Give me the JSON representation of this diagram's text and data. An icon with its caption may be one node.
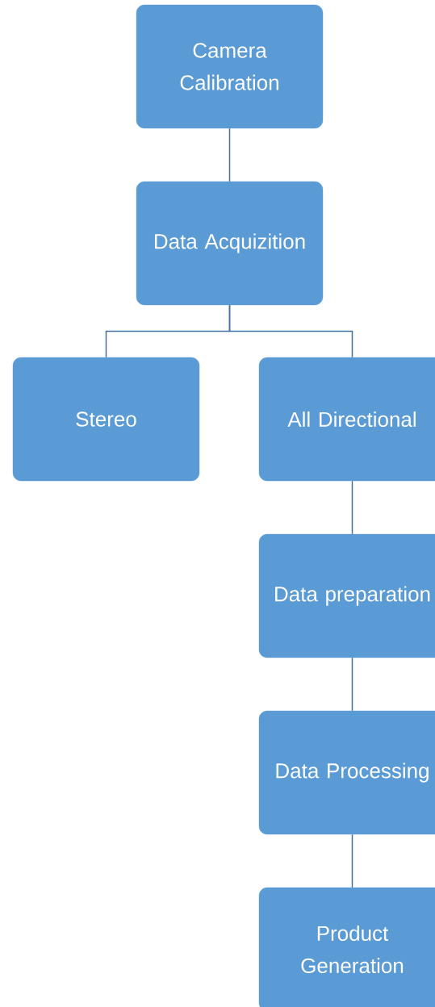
{
  "diagram": {
    "nodes": [
      {
        "text": [
          "Camera Calibration"
        ]
      },
      {
        "text": [
          "Data Acquizition"
        ]
      },
      {
        "text": [
          "Stereo"
        ]
      },
      {
        "text": [
          "All Directional"
        ]
      },
      {
        "text": [
          "Data preparation"
        ]
      },
      {
        "text": [
          "Data Processing"
        ]
      },
      {
        "text": [
          "Product Generation"
        ]
      }
    ],
    "edges": [
      {
        "from": 0,
        "to": 1,
        "arrow": "none"
      },
      {
        "from": 1,
        "to": 2,
        "arrow": "none"
      },
      {
        "from": 1,
        "to": 3,
        "arrow": "none"
      },
      {
        "from": 3,
        "to": 4,
        "arrow": "none"
      },
      {
        "from": 4,
        "to": 5,
        "arrow": "none"
      },
      {
        "from": 5,
        "to": 6,
        "arrow": "none"
      }
    ]
  }
}
